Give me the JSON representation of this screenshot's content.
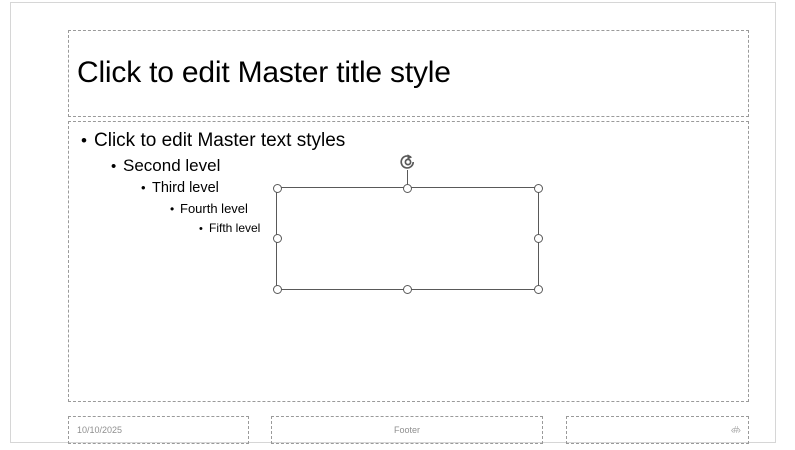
{
  "slide": {
    "title_placeholder": {
      "text": "Click to edit Master title style"
    },
    "body_placeholder": {
      "levels": [
        {
          "bullet": "•",
          "label": "Click to edit Master text styles"
        },
        {
          "bullet": "•",
          "label": "Second level"
        },
        {
          "bullet": "•",
          "label": "Third level"
        },
        {
          "bullet": "•",
          "label": "Fourth level"
        },
        {
          "bullet": "•",
          "label": "Fifth level"
        }
      ]
    },
    "footer_row": {
      "date_placeholder": "10/10/2025",
      "footer_placeholder": "Footer",
      "slide_number_placeholder": ""
    },
    "selection": {
      "rotate_icon": "rotate-icon",
      "handles": [
        "top-left",
        "top-center",
        "top-right",
        "middle-left",
        "middle-right",
        "bottom-left",
        "bottom-center",
        "bottom-right"
      ]
    },
    "colors": {
      "text": "#000000",
      "placeholder_border": "#9a9a9a",
      "placeholder_hint_text": "#8f8f8f",
      "selection_outline": "#595959",
      "handle_fill": "#ffffff",
      "slide_frame": "#d6d6d6",
      "canvas": "#ffffff"
    }
  }
}
